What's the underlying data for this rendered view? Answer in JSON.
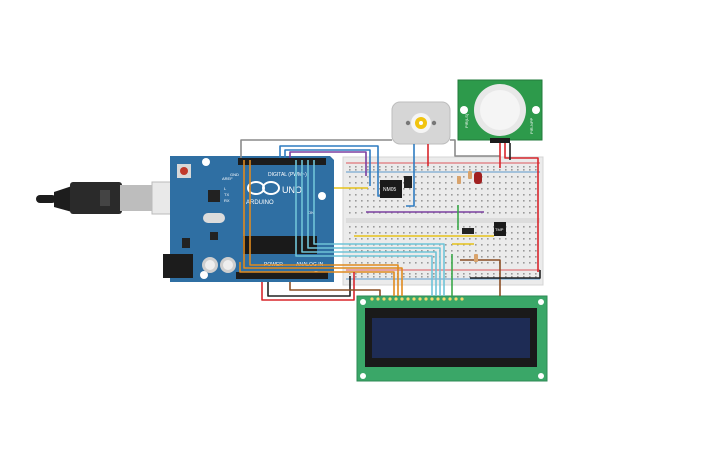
{
  "arduino": {
    "logo_text": "ARDUINO",
    "uno_text": "UNO",
    "digital_label": "DIGITAL (PWM~)",
    "power_label": "POWER",
    "analog_label": "ANALOG IN",
    "aref_label": "AREF",
    "gnd_label": "GND",
    "tx_label": "TX",
    "rx_label": "RX",
    "l_label": "L",
    "on_label": "ON"
  },
  "components": {
    "driver_chip_label": "NM05",
    "temp_sensor_label": "TMP",
    "pir_label_left": "PIR(LS)",
    "pir_label_right": "PIR-NPP"
  },
  "colors": {
    "board_blue": "#2f6fa3",
    "breadboard": "#ebebeb",
    "lcd_pcb": "#3aa768",
    "lcd_screen": "#1e2c55",
    "pir_pcb": "#2d9a4b",
    "motor": "#d6d6d6",
    "wire_orange": "#e08a1e",
    "wire_red": "#d8262c",
    "wire_blue": "#2f7cc1",
    "wire_purple": "#7b3fa0",
    "wire_yellow": "#e6c21a",
    "wire_green": "#3aa84a",
    "wire_gray": "#8a8a8a",
    "wire_black": "#222222",
    "wire_cyan": "#6fc4d8",
    "wire_brown": "#8a4e24"
  }
}
